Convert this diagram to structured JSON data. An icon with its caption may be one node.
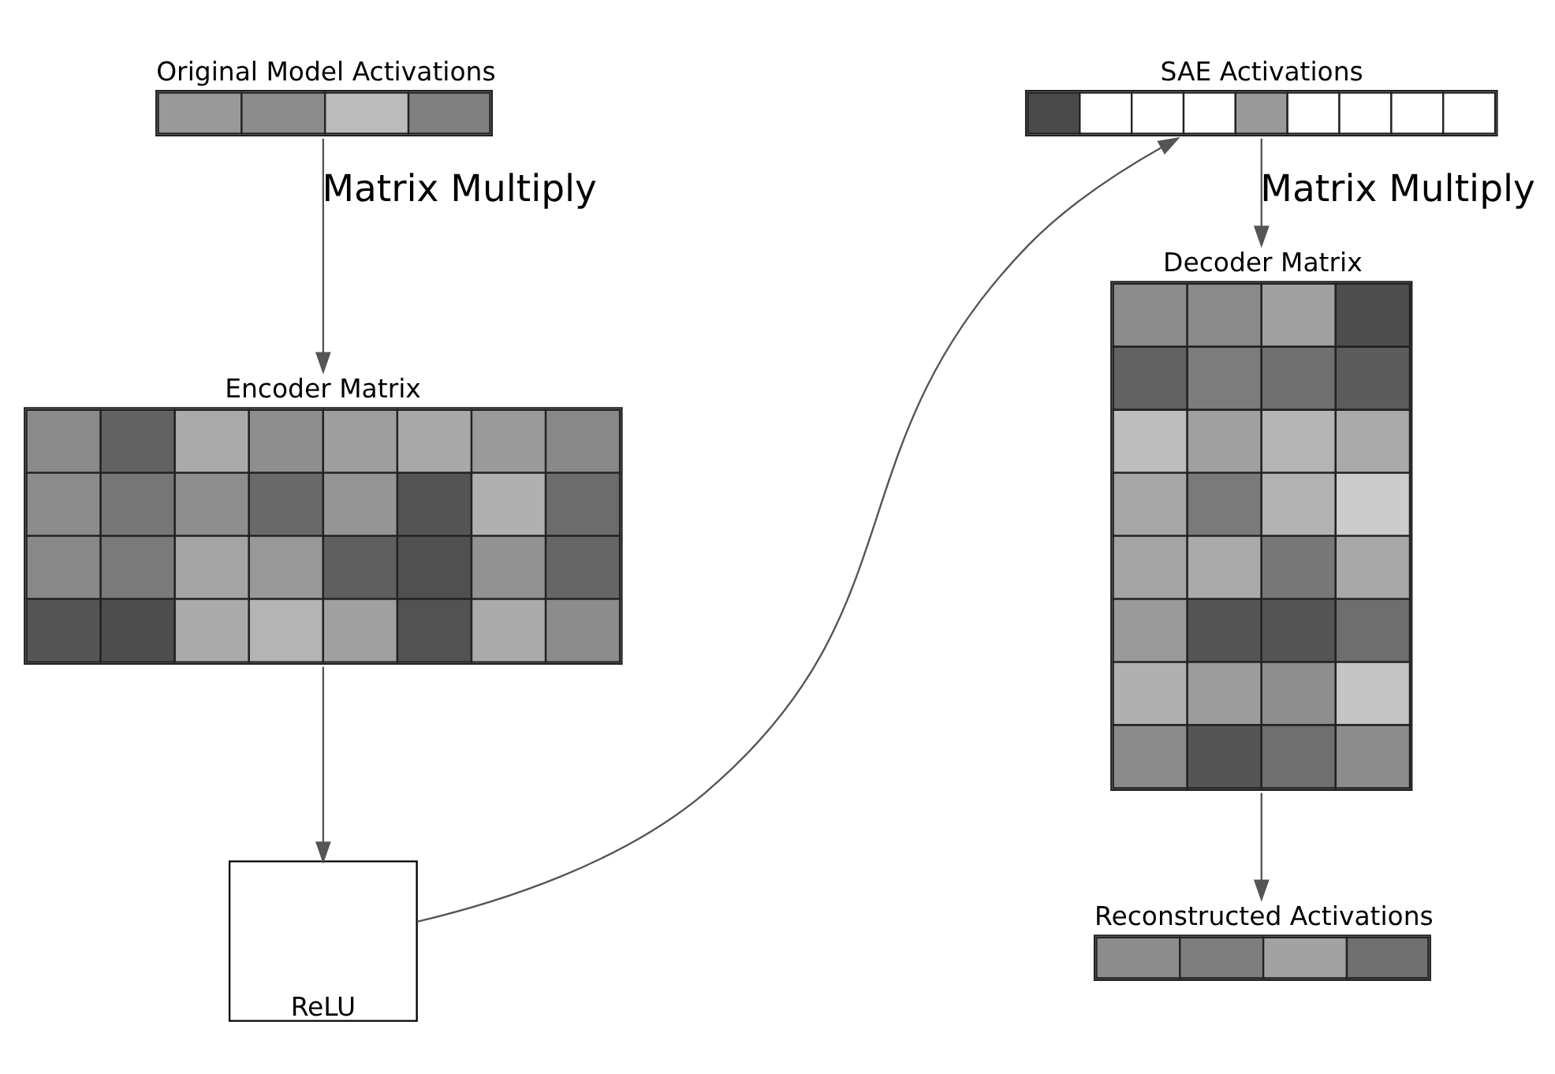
{
  "diagram": {
    "nodes": [
      {
        "text": [
          "Original Model Activations"
        ]
      },
      {
        "text": [
          "Encoder Matrix"
        ]
      },
      {
        "text": [
          "ReLU"
        ]
      },
      {
        "text": [
          "SAE Activations"
        ]
      },
      {
        "text": [
          "Decoder Matrix"
        ]
      },
      {
        "text": [
          "Reconstructed Activations"
        ]
      }
    ],
    "edges": [
      {
        "from": 0,
        "to": 1,
        "arrow": "to",
        "label": "Matrix Multiply"
      },
      {
        "from": 1,
        "to": 2,
        "arrow": "to"
      },
      {
        "from": 2,
        "to": 3,
        "arrow": "to"
      },
      {
        "from": 3,
        "to": 4,
        "arrow": "to",
        "label": "Matrix Multiply"
      },
      {
        "from": 4,
        "to": 5,
        "arrow": "to"
      }
    ]
  }
}
